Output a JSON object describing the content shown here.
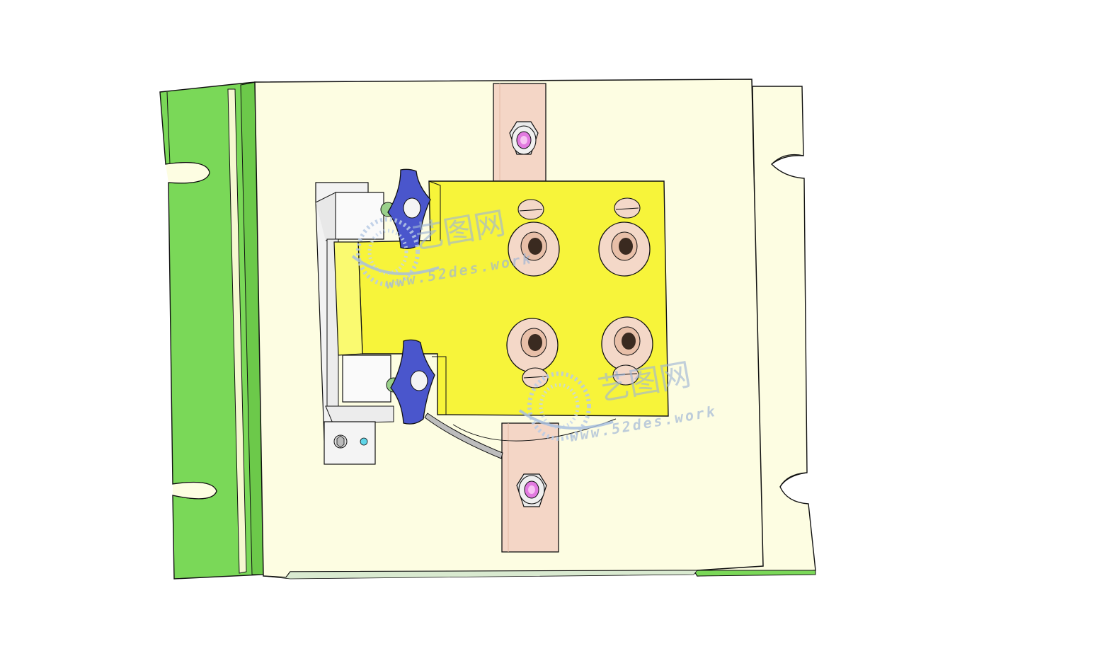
{
  "watermarks": [
    {
      "brand": "艺图网",
      "url": "www.52des.work"
    },
    {
      "brand": "艺图网",
      "url": "www.52des.work"
    }
  ],
  "colors": {
    "rail_green": "#7ad858",
    "plate_cream": "#fdfde2",
    "block_yellow": "#f7f43a",
    "strap_copper": "#f4d6c6",
    "knob_blue": "#4a56cc",
    "bushing_peach": "#f4d8c8",
    "bracket_grey": "#f2f2f2"
  }
}
